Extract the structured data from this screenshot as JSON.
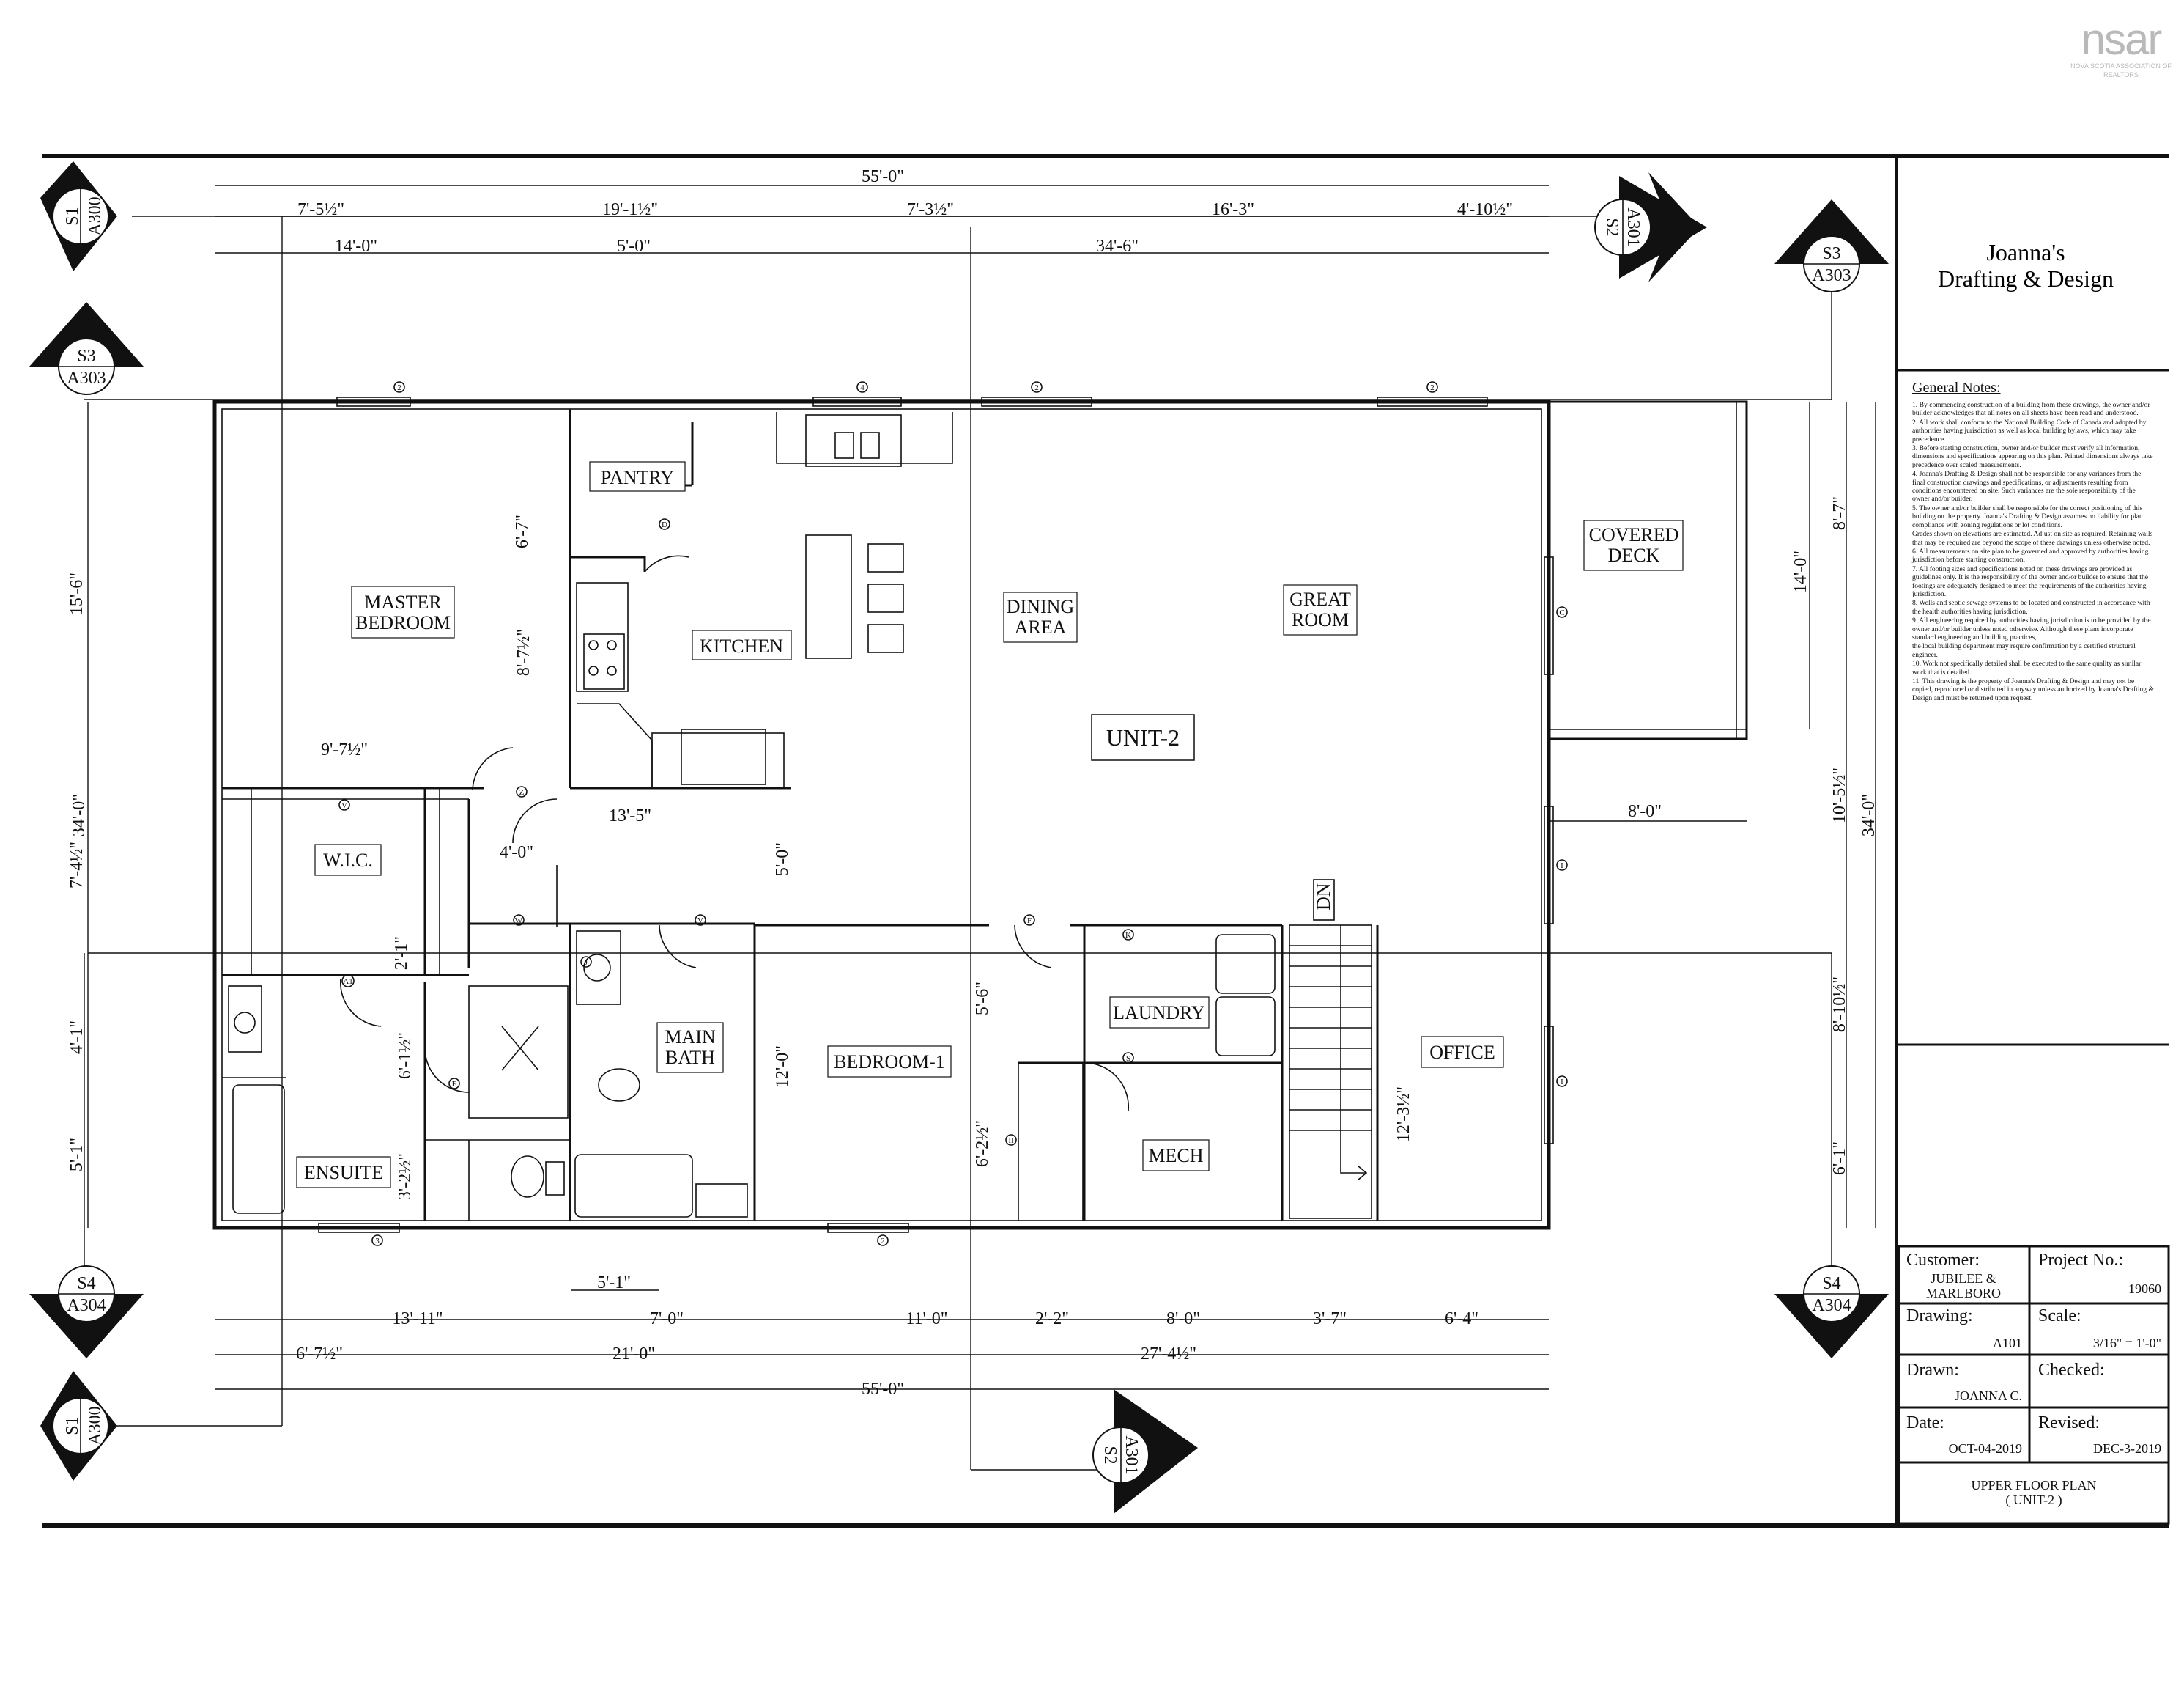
{
  "watermark": {
    "logo": "nsar",
    "tagline": "NOVA SCOTIA ASSOCIATION OF REALTORS"
  },
  "firm": {
    "line1": "Joanna's",
    "line2": "Drafting & Design"
  },
  "notes": {
    "heading": "General Notes:",
    "items": [
      "1. By commencing construction of a building from these drawings, the owner and/or builder acknowledges that all notes on all sheets have been read and understood.",
      "2. All work shall conform to the National Building Code of Canada and adopted by authorities having jurisdiction as well as local building bylaws, which may take precedence.",
      "3. Before starting construction, owner and/or builder must verify all information, dimensions and specifications appearing on this plan. Printed dimensions always take precedence over scaled measurements.",
      "4. Joanna's Drafting & Design shall not be responsible for any variances from the final construction drawings and specifications, or adjustments resulting from conditions encountered on site. Such variances are the sole responsibility of the owner and/or builder.",
      "5. The owner and/or builder shall be responsible for the correct positioning of this building on the property. Joanna's Drafting & Design assumes no liability for plan compliance with zoning regulations or lot conditions.",
      "Grades shown on elevations are estimated. Adjust on site as required. Retaining walls that may be required are beyond the scope of these drawings unless otherwise noted.",
      "6. All measurements on site plan to be governed and approved by authorities having jurisdiction before starting construction.",
      "7. All footing sizes and specifications noted on these drawings are provided as guidelines only. It is the responsibility of the owner and/or builder to ensure that the footings are adequately designed to meet the requirements of the authorities having jurisdiction.",
      "8. Wells and septic sewage systems to be located and constructed in accordance with the health authorities having jurisdiction.",
      "9. All engineering required by authorities having jurisdiction is to be provided by the owner and/or builder unless noted otherwise. Although these plans incorporate standard engineering and building practices,",
      "the local building department may require confirmation by a certified structural engineer.",
      "10. Work not specifically detailed shall be executed to the same quality as similar work that is detailed.",
      "11. This drawing is the property of Joanna's Drafting & Design and may not be copied, reproduced or distributed in anyway unless authorized by Joanna's Drafting & Design and must be returned upon request."
    ]
  },
  "titleblock": {
    "customer_label": "Customer:",
    "customer_l1": "JUBILEE &",
    "customer_l2": "MARLBORO",
    "project_label": "Project No.:",
    "project_value": "19060",
    "drawing_label": "Drawing:",
    "drawing_value": "A101",
    "scale_label": "Scale:",
    "scale_value": "3/16\" = 1'-0\"",
    "drawn_label": "Drawn:",
    "drawn_value": "JOANNA C.",
    "checked_label": "Checked:",
    "date_label": "Date:",
    "date_value": "OCT-04-2019",
    "revised_label": "Revised:",
    "revised_value": "DEC-3-2019",
    "sheet_title_l1": "UPPER FLOOR PLAN",
    "sheet_title_l2": "( UNIT-2 )"
  },
  "rooms": {
    "master_bedroom_l1": "MASTER",
    "master_bedroom_l2": "BEDROOM",
    "pantry": "PANTRY",
    "kitchen": "KITCHEN",
    "dining_l1": "DINING",
    "dining_l2": "AREA",
    "great_room_l1": "GREAT",
    "great_room_l2": "ROOM",
    "covered_deck_l1": "COVERED",
    "covered_deck_l2": "DECK",
    "unit": "UNIT-2",
    "wic": "W.I.C.",
    "main_bath_l1": "MAIN",
    "main_bath_l2": "BATH",
    "bedroom1": "BEDROOM-1",
    "laundry": "LAUNDRY",
    "office": "OFFICE",
    "mech": "MECH",
    "ensuite": "ENSUITE",
    "stair_dn": "DN"
  },
  "dims": {
    "top_overall": "55'-0\"",
    "top_row1": [
      "7'-5½\"",
      "19'-1½\"",
      "7'-3½\"",
      "16'-3\"",
      "4'-10½\""
    ],
    "top_row2": [
      "14'-0\"",
      "5'-0\"",
      "34'-6\""
    ],
    "left_overall": "34'-0\"",
    "left_row": [
      "15'-6\"",
      "7'-4½\"",
      "4'-1\"",
      "5'-1\""
    ],
    "right_deck": [
      "8'-7\"",
      "14'-0\""
    ],
    "right_row": [
      "10'-5½\"",
      "8'-10½\"",
      "6'-1\""
    ],
    "right_overall": "34'-0\"",
    "deck_depth": "8'-0\"",
    "bottom_row1": [
      "13'-11\"",
      "7'-0\"",
      "11'-0\"",
      "2'-2\"",
      "8'-0\"",
      "3'-7\"",
      "6'-4\""
    ],
    "bottom_sub": "5'-1\"",
    "bottom_row2": [
      "6'-7½\"",
      "21'-0\"",
      "27'-4½\""
    ],
    "bottom_overall": "55'-0\"",
    "interior": {
      "mb_closet": "6'-7\"",
      "mb_lower": "8'-7½\"",
      "wic_w": "9'-7½\"",
      "hall": "13'-5\"",
      "linen": "4'-0\"",
      "hall_v": "5'-0\"",
      "wic_small": "2'-1\"",
      "ens_a": "6'-1½\"",
      "ens_b": "3'-2½\"",
      "bed_h": "12'-0\"",
      "bed_clos": "5'-6\"",
      "bed_clos2": "6'-2½\"",
      "office_h": "12'-3½\""
    }
  },
  "sections": [
    {
      "id": "s1-top",
      "l1": "S1",
      "l2": "A300"
    },
    {
      "id": "s2-top",
      "l1": "S2",
      "l2": "A301"
    },
    {
      "id": "s3-left",
      "l1": "S3",
      "l2": "A303"
    },
    {
      "id": "s3-right",
      "l1": "S3",
      "l2": "A303"
    },
    {
      "id": "s4-left",
      "l1": "S4",
      "l2": "A304"
    },
    {
      "id": "s4-right",
      "l1": "S4",
      "l2": "A304"
    },
    {
      "id": "s1-bottom",
      "l1": "S1",
      "l2": "A300"
    },
    {
      "id": "s2-bottom",
      "l1": "S2",
      "l2": "A301"
    }
  ],
  "tags": {
    "window_2": "2",
    "window_4": "4",
    "window_3": "3",
    "door_c": "C",
    "door_d": "D",
    "door_e": "E",
    "door_f": "F",
    "door_j": "J",
    "door_k": "K",
    "door_s": "S",
    "door_v": "V",
    "door_w": "W",
    "door_a1": "A1",
    "door_ii": "II",
    "door_i": "I",
    "door_z": "Z"
  }
}
